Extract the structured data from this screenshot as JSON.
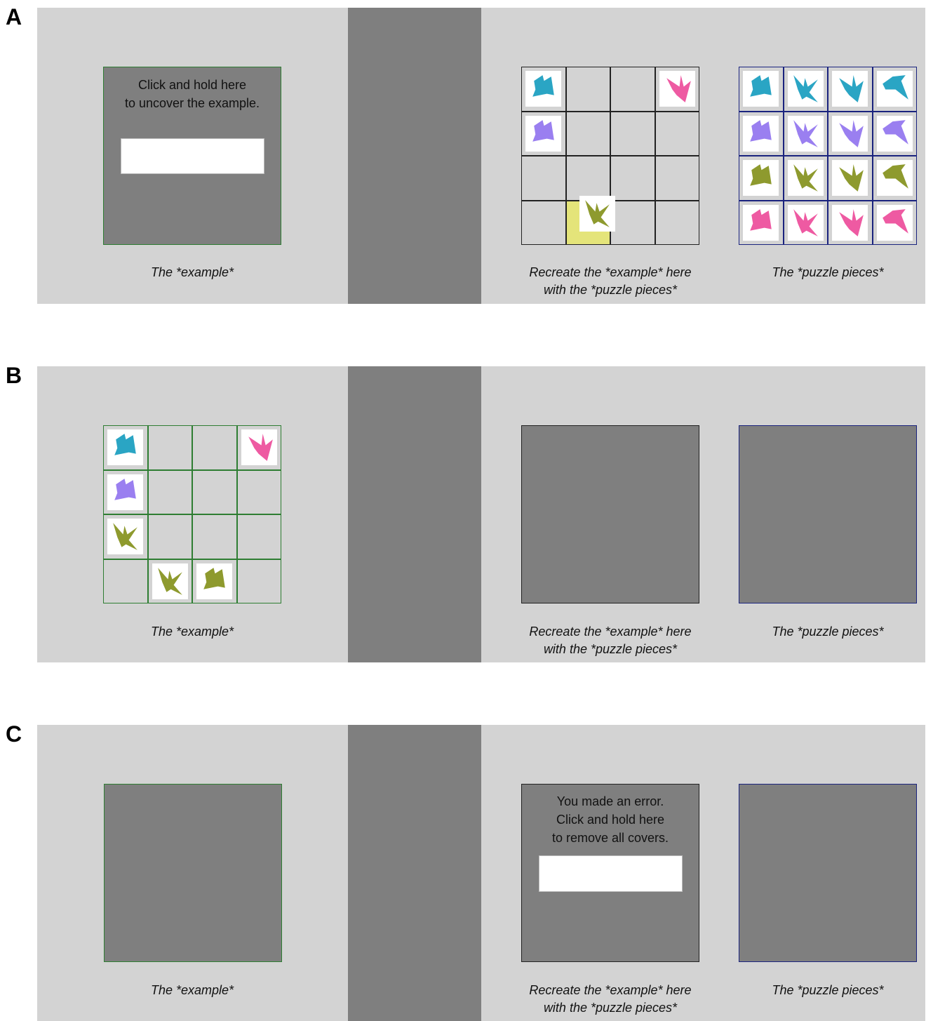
{
  "colors": {
    "teal": "#2aa5c4",
    "purple": "#9a7ff0",
    "olive": "#8e9a2e",
    "pink": "#ee5aa2",
    "panel": "#d3d3d3",
    "cover": "#7f7f7f",
    "highlight": "#e4e47a"
  },
  "panels": [
    {
      "letter": "A",
      "example": {
        "cover_text_1": "Click and hold here",
        "cover_text_2": "to uncover the example."
      },
      "captions": {
        "example": "The *example*",
        "target_1": "Recreate the *example* here",
        "target_2": "with the *puzzle pieces*",
        "pieces": "The *puzzle pieces*"
      },
      "target_grid": [
        {
          "row": 0,
          "col": 0,
          "color": "teal",
          "shape": "blob"
        },
        {
          "row": 0,
          "col": 3,
          "color": "pink",
          "shape": "bird"
        },
        {
          "row": 1,
          "col": 0,
          "color": "purple",
          "shape": "blob"
        },
        {
          "row": 3,
          "col": 1,
          "color": "olive",
          "shape": "arrow",
          "dragging": true
        }
      ],
      "pieces_grid": [
        [
          "teal",
          "teal",
          "teal",
          "teal"
        ],
        [
          "purple",
          "purple",
          "purple",
          "purple"
        ],
        [
          "olive",
          "olive",
          "olive",
          "olive"
        ],
        [
          "pink",
          "pink",
          "pink",
          "pink"
        ]
      ],
      "piece_shapes": [
        "blob",
        "arrow",
        "bird",
        "fish"
      ]
    },
    {
      "letter": "B",
      "captions": {
        "example": "The *example*",
        "target_1": "Recreate the *example* here",
        "target_2": "with the *puzzle pieces*",
        "pieces": "The *puzzle pieces*"
      },
      "example_grid": [
        {
          "row": 0,
          "col": 0,
          "color": "teal",
          "shape": "blob"
        },
        {
          "row": 0,
          "col": 3,
          "color": "pink",
          "shape": "bird"
        },
        {
          "row": 1,
          "col": 0,
          "color": "purple",
          "shape": "blob"
        },
        {
          "row": 2,
          "col": 0,
          "color": "olive",
          "shape": "arrow"
        },
        {
          "row": 3,
          "col": 1,
          "color": "olive",
          "shape": "arrow"
        },
        {
          "row": 3,
          "col": 2,
          "color": "olive",
          "shape": "blob"
        }
      ]
    },
    {
      "letter": "C",
      "target": {
        "cover_text_1": "You made an error.",
        "cover_text_2": "Click and hold here",
        "cover_text_3": "to remove all covers."
      },
      "captions": {
        "example": "The *example*",
        "target_1": "Recreate the *example* here",
        "target_2": "with the *puzzle pieces*",
        "pieces": "The *puzzle pieces*"
      }
    }
  ]
}
